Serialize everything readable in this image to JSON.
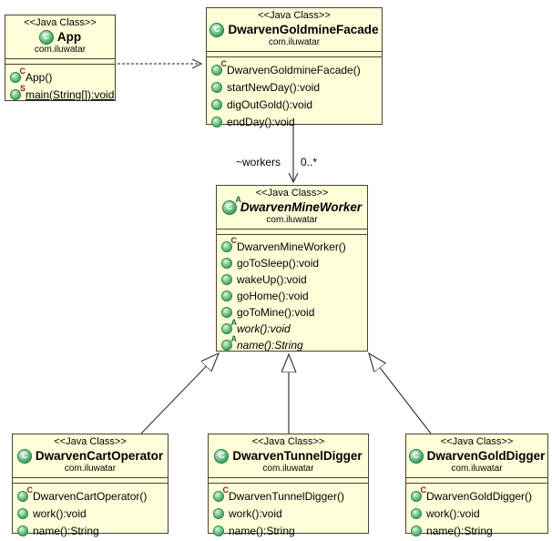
{
  "colors": {
    "box_fill": "#FEFED9",
    "box_border": "#45452F",
    "icon_green": "#3FA45B",
    "superscript_red": "#8B1A1A",
    "superscript_green": "#0E6B35",
    "line": "#3A3A3A"
  },
  "association": {
    "role": "~workers",
    "multiplicity": "0..*"
  },
  "classes": {
    "app": {
      "stereotype": "<<Java Class>>",
      "icon_letter": "C",
      "name": "App",
      "package": "com.iluwatar",
      "methods": [
        {
          "label": "App()",
          "sup": "C"
        },
        {
          "label": "main(String[]):void",
          "sup": "S"
        }
      ]
    },
    "facade": {
      "stereotype": "<<Java Class>>",
      "icon_letter": "C",
      "name": "DwarvenGoldmineFacade",
      "package": "com.iluwatar",
      "methods": [
        {
          "label": "DwarvenGoldmineFacade()",
          "sup": "C"
        },
        {
          "label": "startNewDay():void",
          "sup": ""
        },
        {
          "label": "digOutGold():void",
          "sup": ""
        },
        {
          "label": "endDay():void",
          "sup": ""
        }
      ]
    },
    "worker": {
      "stereotype": "<<Java Class>>",
      "icon_letter": "C",
      "abstract_marker": "A",
      "name": "DwarvenMineWorker",
      "package": "com.iluwatar",
      "methods": [
        {
          "label": "DwarvenMineWorker()",
          "sup": "C"
        },
        {
          "label": "goToSleep():void",
          "sup": ""
        },
        {
          "label": "wakeUp():void",
          "sup": ""
        },
        {
          "label": "goHome():void",
          "sup": ""
        },
        {
          "label": "goToMine():void",
          "sup": ""
        },
        {
          "label": "work():void",
          "sup": "A"
        },
        {
          "label": "name():String",
          "sup": "A"
        }
      ]
    },
    "cart": {
      "stereotype": "<<Java Class>>",
      "icon_letter": "C",
      "name": "DwarvenCartOperator",
      "package": "com.iluwatar",
      "methods": [
        {
          "label": "DwarvenCartOperator()",
          "sup": "C"
        },
        {
          "label": "work():void",
          "sup": ""
        },
        {
          "label": "name():String",
          "sup": ""
        }
      ]
    },
    "tunnel": {
      "stereotype": "<<Java Class>>",
      "icon_letter": "C",
      "name": "DwarvenTunnelDigger",
      "package": "com.iluwatar",
      "methods": [
        {
          "label": "DwarvenTunnelDigger()",
          "sup": "C"
        },
        {
          "label": "work():void",
          "sup": ""
        },
        {
          "label": "name():String",
          "sup": ""
        }
      ]
    },
    "gold": {
      "stereotype": "<<Java Class>>",
      "icon_letter": "C",
      "name": "DwarvenGoldDigger",
      "package": "com.iluwatar",
      "methods": [
        {
          "label": "DwarvenGoldDigger()",
          "sup": "C"
        },
        {
          "label": "work():void",
          "sup": ""
        },
        {
          "label": "name():String",
          "sup": ""
        }
      ]
    }
  }
}
